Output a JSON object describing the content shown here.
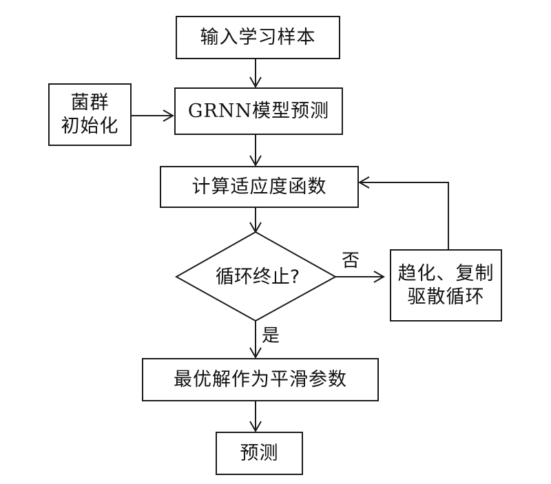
{
  "nodes": {
    "input_samples": "输入学习样本",
    "swarm_init_line1": "菌群",
    "swarm_init_line2": "初始化",
    "grnn_predict": "GRNN模型预测",
    "fitness": "计算适应度函数",
    "loop_end": "循环终止?",
    "chemotaxis_line1": "趋化、复制",
    "chemotaxis_line2": "驱散循环",
    "optimal": "最优解作为平滑参数",
    "predict": "预测"
  },
  "edges": {
    "no_label": "否",
    "yes_label": "是"
  }
}
